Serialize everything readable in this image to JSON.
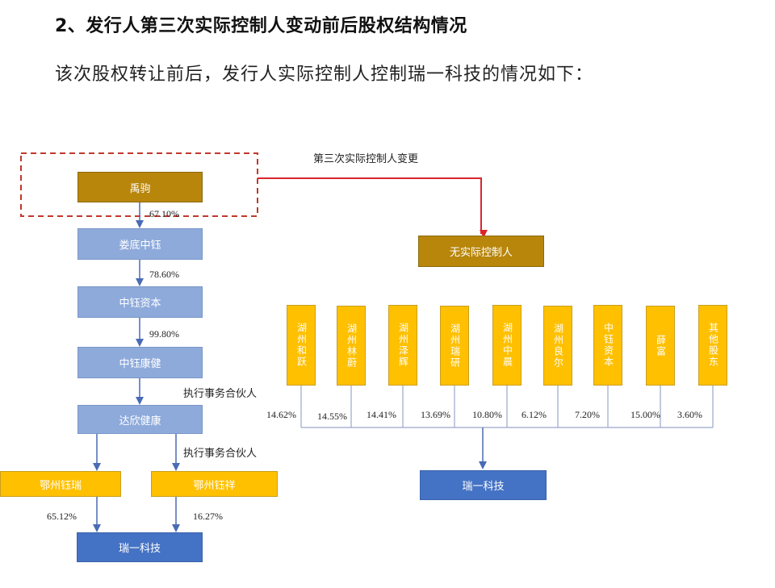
{
  "heading": "2、发行人第三次实际控制人变动前后股权结构情况",
  "intro": "该次股权转让前后，发行人实际控制人控制瑞一科技的情况如下：",
  "change_label": "第三次实际控制人变更",
  "before": {
    "nodes": {
      "zhou": "禹驹",
      "loudi": "娄底中钰",
      "capital": "中钰资本",
      "health": "中钰康健",
      "daxin": "达欣健康",
      "ezhou_rui": "鄂州钰瑞",
      "ezhou_xiang": "鄂州钰祥",
      "target": "瑞一科技"
    },
    "edges": {
      "zhou_loudi": "67.10%",
      "loudi_capital": "78.60%",
      "capital_health": "99.80%",
      "health_daxin": "执行事务合伙人",
      "daxin_xiang": "执行事务合伙人",
      "rui_target": "65.12%",
      "xiang_target": "16.27%"
    }
  },
  "after": {
    "controller": "无实际控制人",
    "shareholders": [
      {
        "name": "湖州和跃",
        "pct": "14.62%"
      },
      {
        "name": "湖州林蔚",
        "pct": "14.55%"
      },
      {
        "name": "湖州泽辉",
        "pct": "14.41%"
      },
      {
        "name": "湖州瑞研",
        "pct": "13.69%"
      },
      {
        "name": "湖州中晨",
        "pct": "10.80%"
      },
      {
        "name": "湖州良尔",
        "pct": "6.12%"
      },
      {
        "name": "中钰资本",
        "pct": "7.20%"
      },
      {
        "name": "薛富",
        "pct": "15.00%"
      },
      {
        "name": "其他股东",
        "pct": "3.60%"
      }
    ],
    "target": "瑞一科技"
  },
  "colors": {
    "gold": "#b8860b",
    "light_blue": "#8eaadb",
    "yellow": "#ffc000",
    "dark_blue": "#4472c4",
    "red": "#d9262c"
  }
}
